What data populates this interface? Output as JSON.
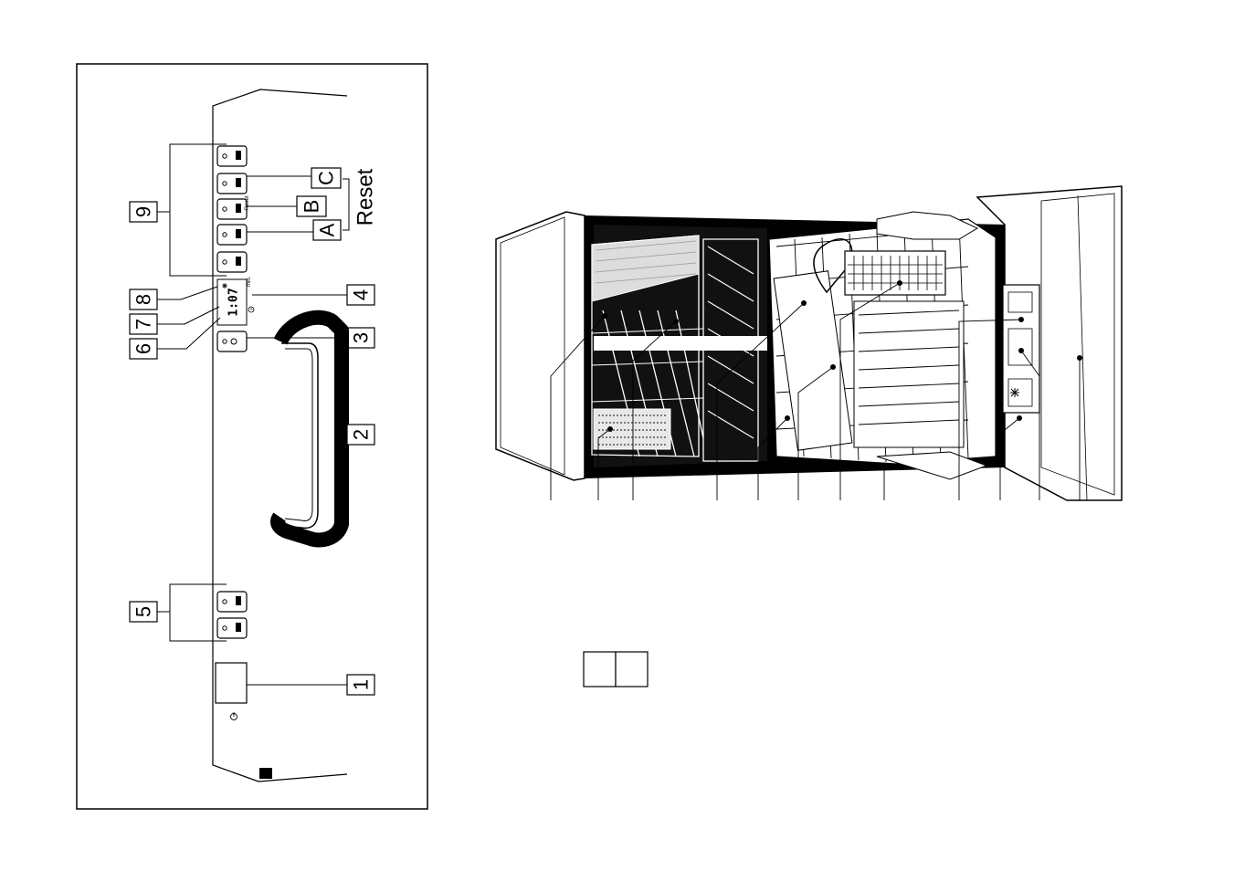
{
  "panel": {
    "callouts": {
      "n1": "1",
      "n2": "2",
      "n3": "3",
      "n4": "4",
      "n5": "5",
      "n6": "6",
      "n7": "7",
      "n8": "8",
      "n9": "9"
    },
    "reset_letters": {
      "a": "A",
      "b": "B",
      "c": "C"
    },
    "reset_label": "Reset",
    "display_text": "1:07",
    "display_unit": "min.",
    "button_microtext": "Reset"
  },
  "interior": {
    "callout_count": 14
  },
  "page_number_boxes": [
    "",
    ""
  ],
  "icons": [
    "power-icon",
    "clock-icon",
    "snowflake-icon"
  ],
  "colors": {
    "ink": "#000000",
    "paper": "#ffffff",
    "grey": "#cccccc"
  }
}
